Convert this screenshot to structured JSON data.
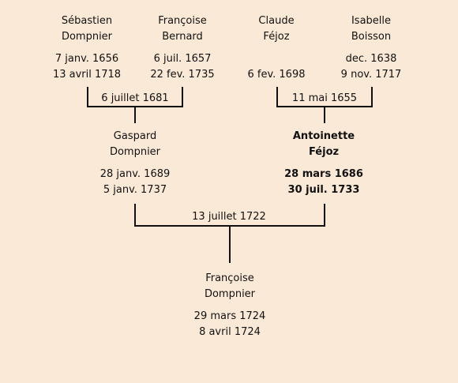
{
  "generation1": [
    {
      "first": "Sébastien",
      "last": "Dompnier",
      "birth": "7 janv. 1656",
      "death": "13 avril 1718"
    },
    {
      "first": "Françoise",
      "last": "Bernard",
      "birth": "6 juil. 1657",
      "death": "22 fev. 1735"
    },
    {
      "first": "Claude",
      "last": "Féjoz",
      "birth": "",
      "death": "6 fev. 1698"
    },
    {
      "first": "Isabelle",
      "last": "Boisson",
      "birth": "dec. 1638",
      "death": "9 nov. 1717"
    }
  ],
  "marriages": {
    "paternal_grandparents": "6 juillet 1681",
    "maternal_grandparents": "11 mai 1655",
    "parents": "13 juillet 1722"
  },
  "generation2": [
    {
      "first": "Gaspard",
      "last": "Dompnier",
      "birth": "28 janv. 1689",
      "death": "5 janv. 1737"
    },
    {
      "first": "Antoinette",
      "last": "Féjoz",
      "birth": "28 mars 1686",
      "death": "30 juil. 1733"
    }
  ],
  "subject": {
    "first": "Françoise",
    "last": "Dompnier",
    "birth": "29 mars 1724",
    "death": "8 avril 1724"
  }
}
